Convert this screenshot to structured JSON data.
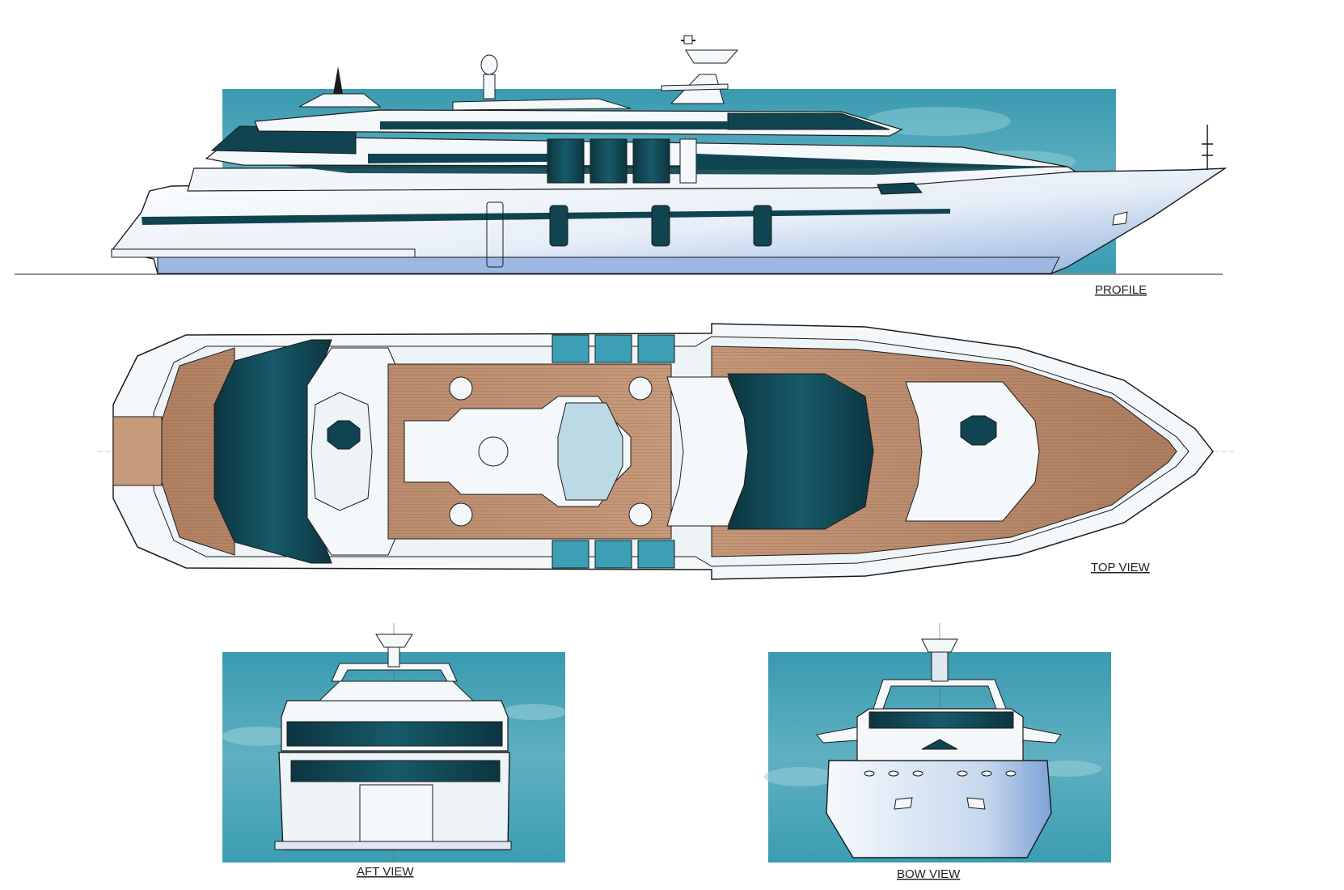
{
  "labels": {
    "profile": "PROFILE",
    "top_view": "TOP VIEW",
    "aft_view": "AFT VIEW",
    "bow_view": "BOW VIEW"
  },
  "colors": {
    "sky": "#3d9fb4",
    "sky_light": "#7cc2cf",
    "glass": "#0f4450",
    "glass_mid": "#1f6f80",
    "hull_white": "#f4f8fa",
    "hull_shade": "#b9cfe6",
    "hull_blue": "#8fb0dd",
    "teak": "#b98a6a",
    "teak_dark": "#8e6247",
    "line": "#1b1b1b"
  },
  "icons": {
    "radar": "radar-dome-icon",
    "mast": "mast-icon",
    "hatch": "skylight-icon"
  }
}
